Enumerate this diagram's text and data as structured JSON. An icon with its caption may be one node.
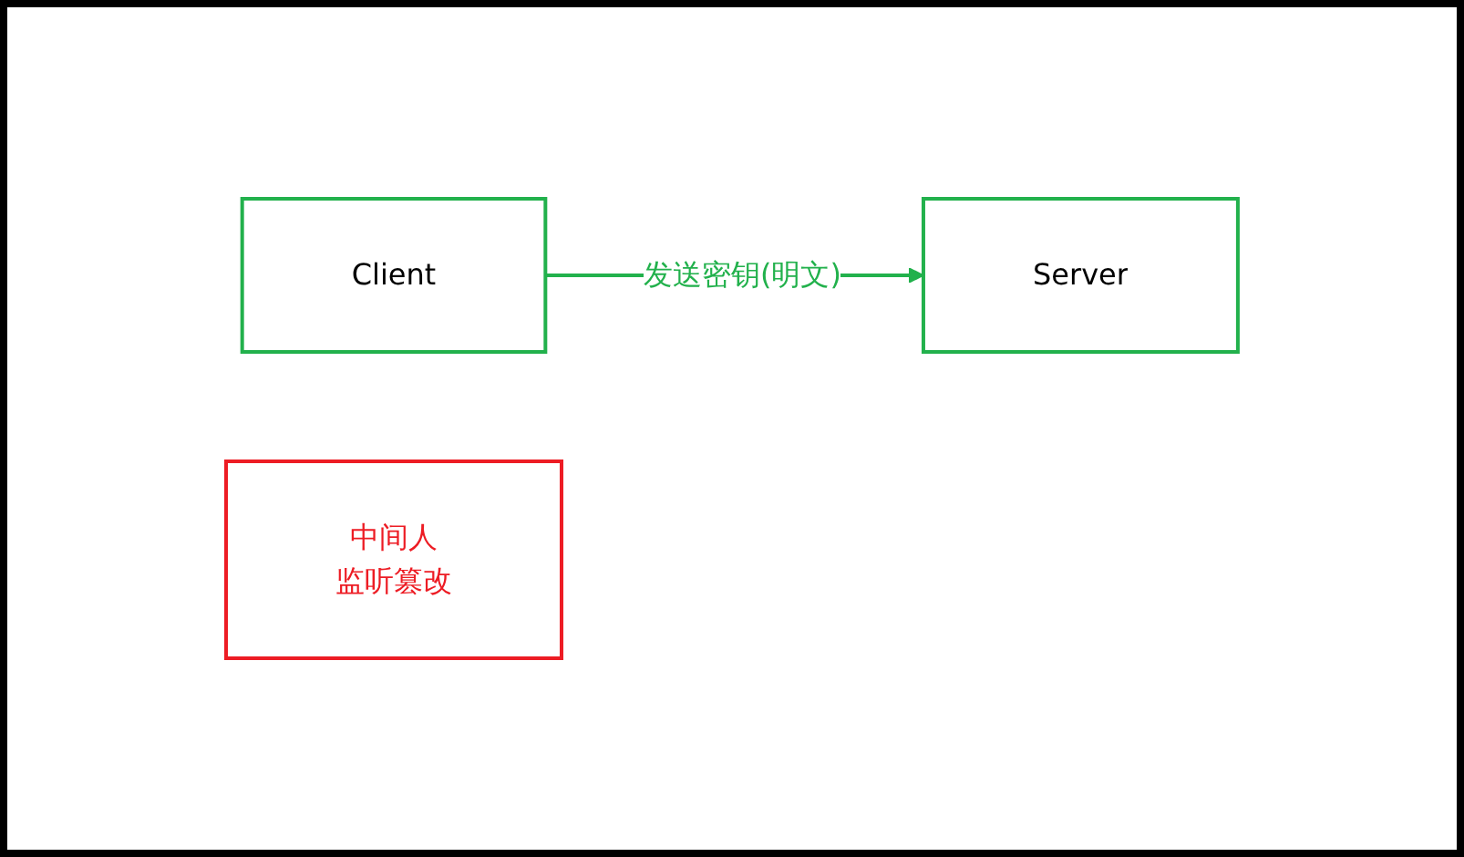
{
  "diagram": {
    "nodes": [
      {
        "text": [
          "Client"
        ]
      },
      {
        "text": [
          "中间人",
          "监听篡改"
        ]
      },
      {
        "text": [
          "Server"
        ]
      }
    ],
    "edges": [
      {
        "from": 0,
        "to": 2,
        "arrow": "to",
        "label": "发送密钥(明文)"
      }
    ]
  }
}
